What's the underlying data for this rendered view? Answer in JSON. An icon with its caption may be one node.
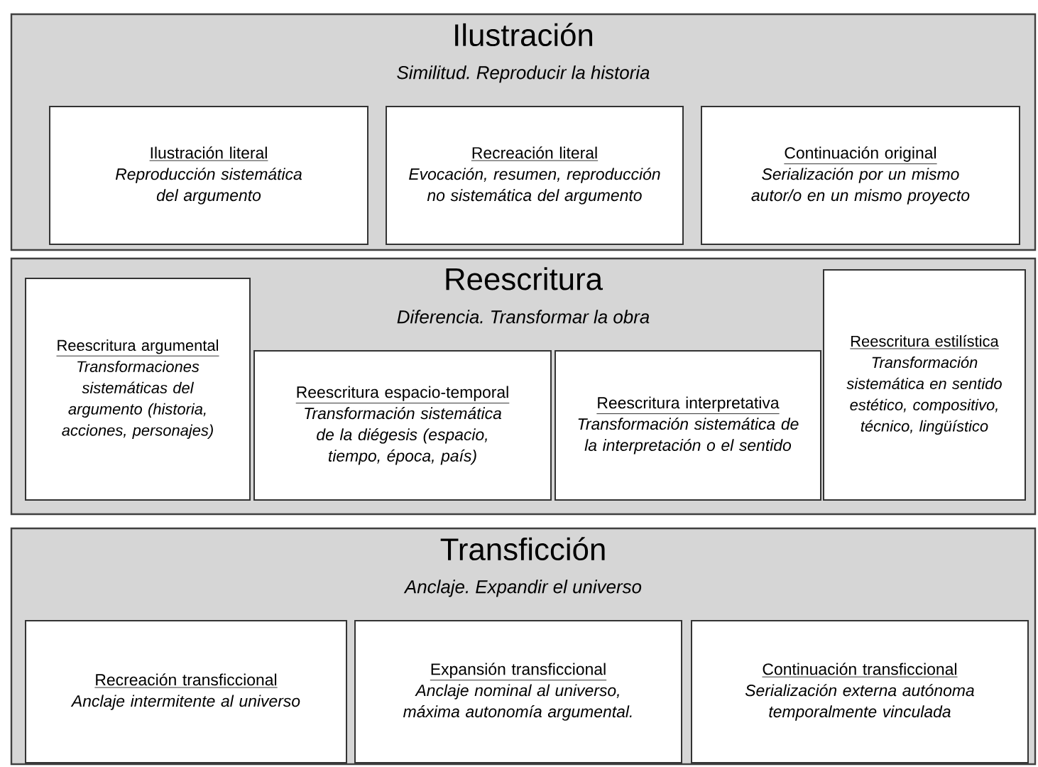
{
  "diagram": {
    "nodes": [
      {
        "text": [
          "Ilustración",
          "Similitud. Reproducir la historia"
        ]
      },
      {
        "text": [
          "Ilustración literal",
          "Reproducción sistemática del argumento"
        ],
        "in": 0
      },
      {
        "text": [
          "Recreación literal",
          "Evocación, resumen, reproducción no sistemática del argumento"
        ],
        "in": 0
      },
      {
        "text": [
          "Continuación original",
          "Serialización por un mismo autor/o en un mismo proyecto"
        ],
        "in": 0
      },
      {
        "text": [
          "Reescritura",
          "Diferencia. Transformar la obra"
        ]
      },
      {
        "text": [
          "Reescritura argumental",
          "Transformaciones sistemáticas del argumento (historia, acciones, personajes)"
        ],
        "in": 4
      },
      {
        "text": [
          "Reescritura espacio-temporal",
          "Transformación sistemática de la diégesis (espacio, tiempo, época, país)"
        ],
        "in": 4
      },
      {
        "text": [
          "Reescritura interpretativa",
          "Transformación sistemática de la interpretación o el sentido"
        ],
        "in": 4
      },
      {
        "text": [
          "Reescritura estilística",
          "Transformación sistemática en sentido estético, compositivo, técnico, lingüístico"
        ],
        "in": 4
      },
      {
        "text": [
          "Transficción",
          "Anclaje. Expandir el universo"
        ]
      },
      {
        "text": [
          "Recreación transficcional",
          "Anclaje intermitente al universo"
        ],
        "in": 9
      },
      {
        "text": [
          "Expansión transficcional",
          "Anclaje nominal al universo, máxima autonomía argumental."
        ],
        "in": 9
      },
      {
        "text": [
          "Continuación transficcional",
          "Serialización externa autónoma temporalmente vinculada"
        ],
        "in": 9
      }
    ]
  }
}
